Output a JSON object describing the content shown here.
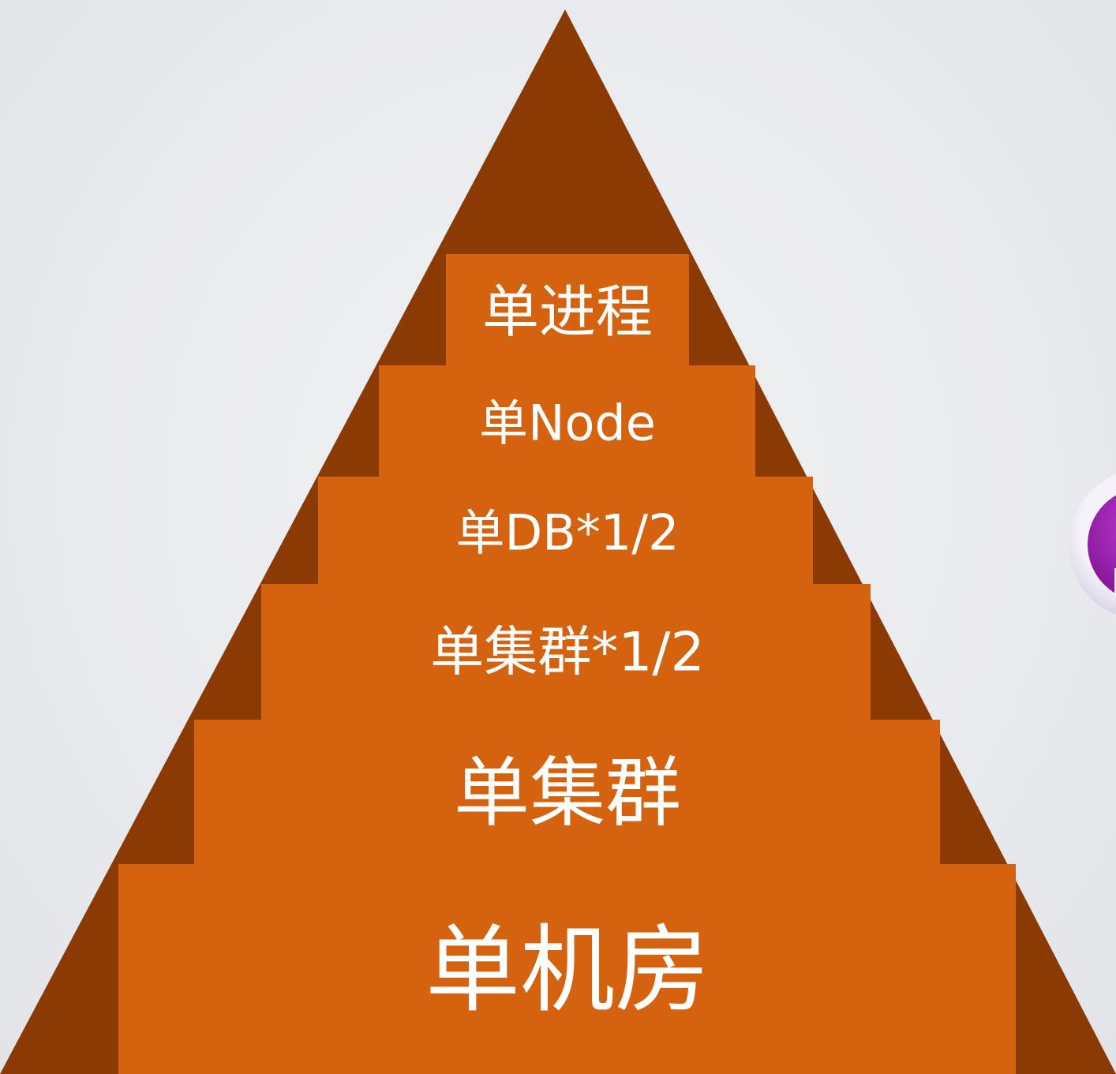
{
  "pyramid": {
    "colors": {
      "outer": "#8b3a04",
      "tiers": "#d5620e",
      "label": "#ffffff"
    },
    "tiers": [
      {
        "label": "单进程"
      },
      {
        "label": "单Node"
      },
      {
        "label": "单DB*1/2"
      },
      {
        "label": "单集群*1/2"
      },
      {
        "label": "单集群"
      },
      {
        "label": "单机房"
      }
    ]
  },
  "badge": {
    "letter": "R",
    "colors": {
      "ring": "#f3eef8",
      "inner": "#a21fc0",
      "letter": "#ffffff"
    }
  }
}
